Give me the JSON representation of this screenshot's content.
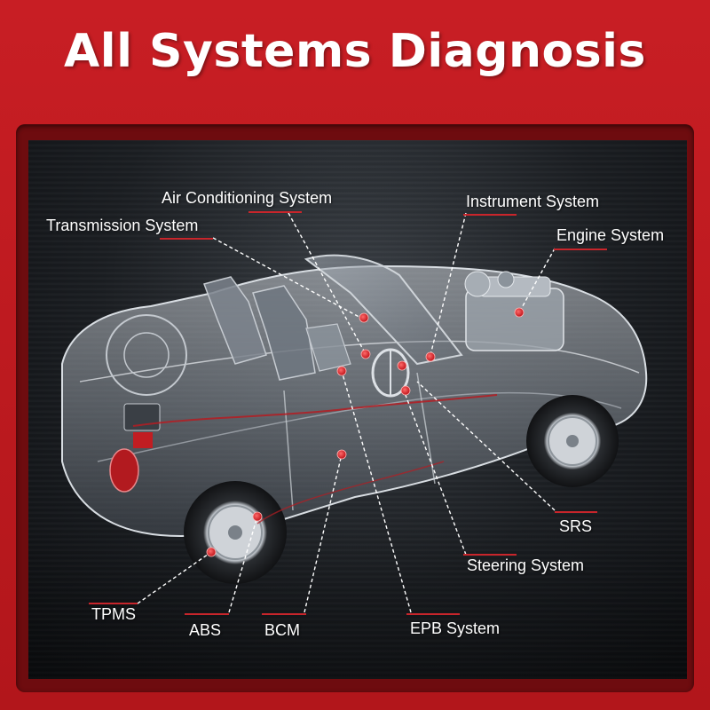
{
  "title": "All Systems Diagnosis",
  "labels": {
    "air_conditioning": "Air Conditioning System",
    "transmission": "Transmission System",
    "instrument": "Instrument System",
    "engine": "Engine System",
    "srs": "SRS",
    "steering": "Steering System",
    "tpms": "TPMS",
    "abs": "ABS",
    "bcm": "BCM",
    "epb": "EPB System"
  },
  "colors": {
    "banner": "#c81e24",
    "accent_line": "#c8252b",
    "marker": "#e0262c",
    "text": "#ffffff"
  }
}
